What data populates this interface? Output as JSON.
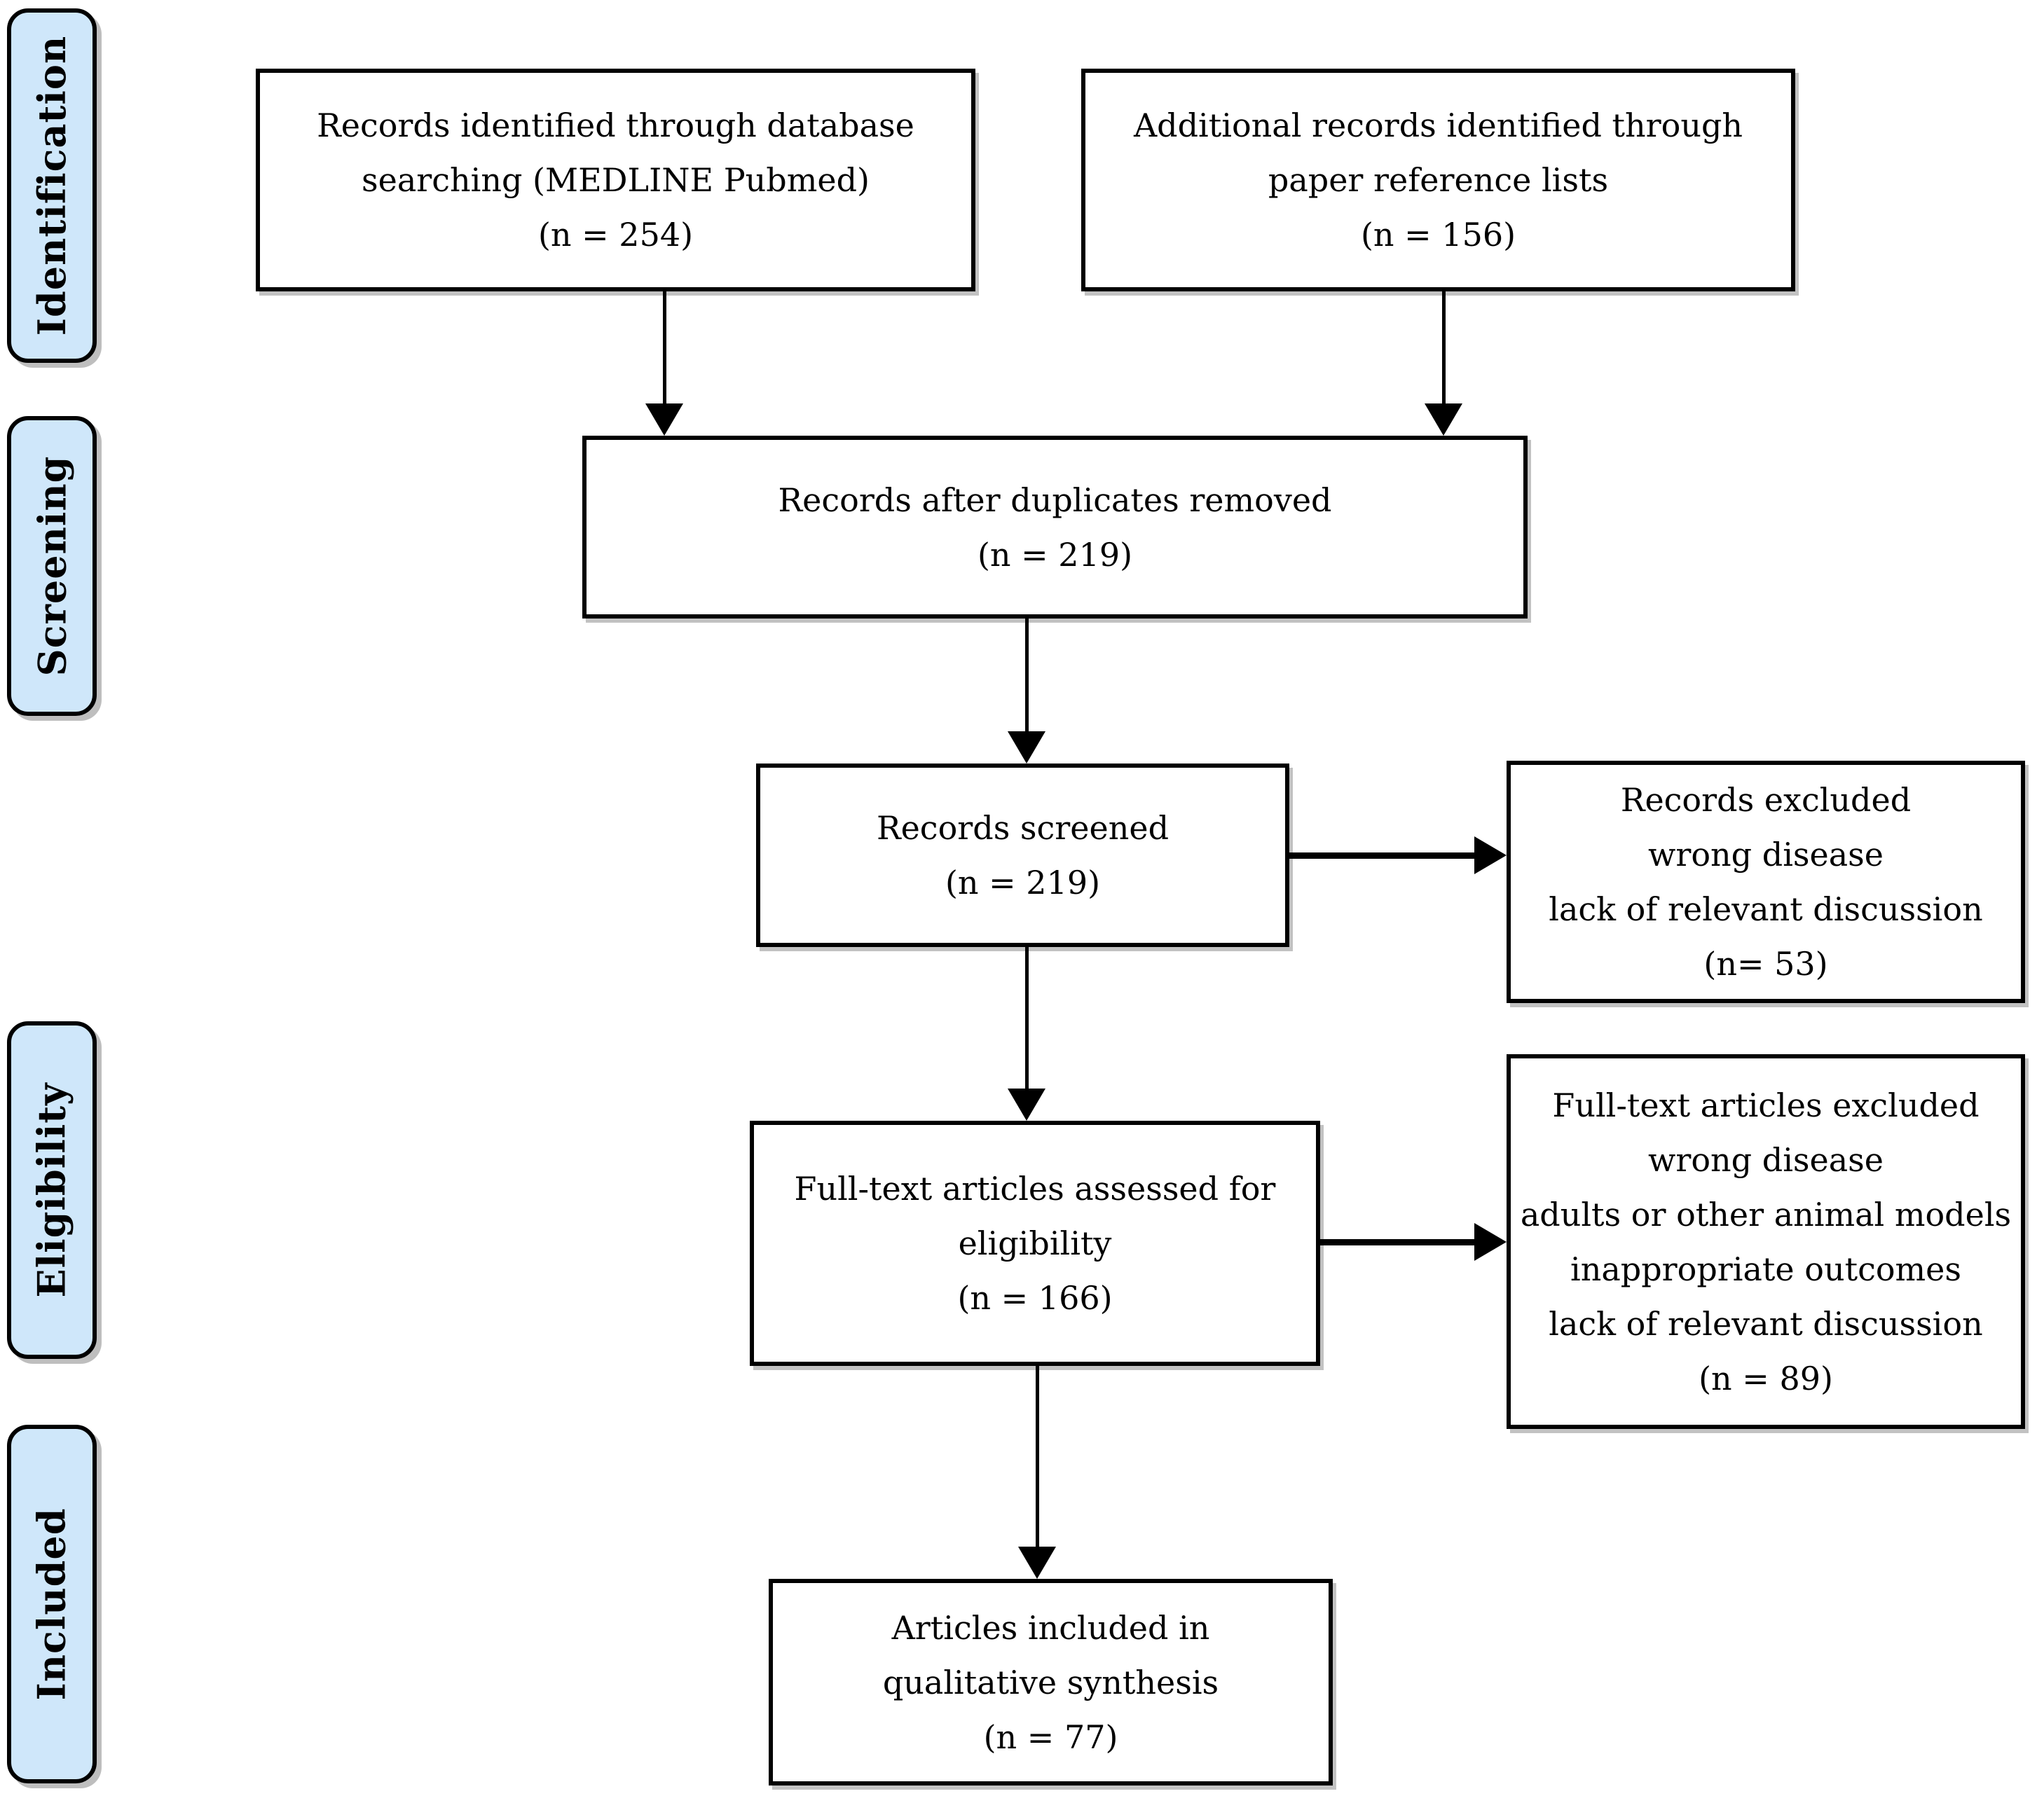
{
  "palette": {
    "stage_fill": "#cfe7fa",
    "stage_border": "#000000",
    "box_fill": "#ffffff",
    "box_border": "#000000",
    "arrow": "#000000"
  },
  "stages": [
    {
      "id": "identification",
      "label": "Identification"
    },
    {
      "id": "screening",
      "label": "Screening"
    },
    {
      "id": "eligibility",
      "label": "Eligibility"
    },
    {
      "id": "included",
      "label": "Included"
    }
  ],
  "boxes": {
    "db_search": {
      "text": "Records identified through database\nsearching (MEDLINE Pubmed)\n(n = 254)"
    },
    "ref_lists": {
      "text": "Additional records identified through\npaper reference lists\n(n = 156)"
    },
    "dedup": {
      "text": "Records after duplicates removed\n(n = 219)"
    },
    "screened": {
      "text": "Records screened\n(n = 219)"
    },
    "records_excluded": {
      "text": "Records excluded\nwrong disease\nlack of relevant discussion\n(n= 53)"
    },
    "fulltext_assessed": {
      "text": "Full-text articles assessed for\neligibility\n(n = 166)"
    },
    "fulltext_excluded": {
      "text": "Full-text articles excluded\nwrong disease\nadults or other animal models\ninappropriate outcomes\nlack of relevant discussion\n(n = 89)"
    },
    "included_synthesis": {
      "text": "Articles included in\nqualitative synthesis\n(n = 77)"
    }
  }
}
